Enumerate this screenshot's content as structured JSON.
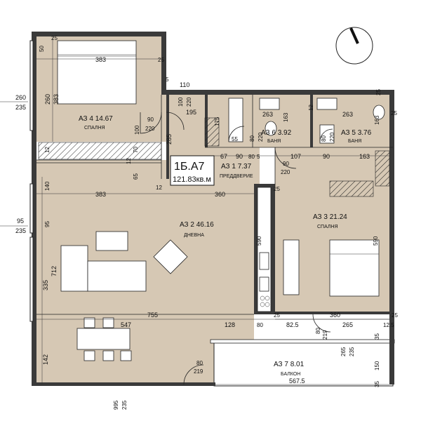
{
  "unit": {
    "code": "1Б.А7",
    "area": "121.83кв.м"
  },
  "rooms": [
    {
      "id": "bedroom-1",
      "label": "АЗ 4 14.67",
      "sub": "СПАЛНЯ"
    },
    {
      "id": "bath-1",
      "label": "АЗ 6 3.92",
      "sub": "БАНЯ"
    },
    {
      "id": "bath-2",
      "label": "АЗ 5 3.76",
      "sub": "БАНЯ"
    },
    {
      "id": "hall",
      "label": "АЗ 1   7.37",
      "sub": "ПРЕДДВЕРИЕ"
    },
    {
      "id": "bedroom-2",
      "label": "АЗ 3 21.24",
      "sub": "СПАЛНЯ"
    },
    {
      "id": "living",
      "label": "АЗ 2 46.16",
      "sub": "ДНЕВНА"
    },
    {
      "id": "balcony",
      "label": "АЗ 7 8.01",
      "sub": "БАЛКОН"
    }
  ],
  "dims": {
    "d383_top": "383",
    "d25_a": "25",
    "d50": "50",
    "d25_b": "25",
    "d260": "260",
    "d383_v": "383",
    "d260_side": "260",
    "d235_side": "235",
    "d110": "110",
    "d5": "5",
    "d100_a": "100",
    "d220_a": "220",
    "d195": "195",
    "d263_a": "263",
    "d163_a": "163",
    "d12_a": "12",
    "d263_b": "263",
    "d163_b": "163",
    "d25_c": "25",
    "d25_d": "25",
    "d90_a": "90",
    "d220_b": "220",
    "d100_b": "100",
    "d175": "175",
    "d55": "55",
    "d80_a": "80",
    "d220_c": "220",
    "d80_b": "80",
    "d220_d": "220",
    "d285": "285",
    "d70": "70",
    "d12_b": "12",
    "d12_c": "12",
    "d67": "67",
    "d90_b": "90",
    "d80_c": "80",
    "d5_b": "5",
    "d107": "107",
    "d90_c": "90",
    "d163_c": "163",
    "d90_d": "90",
    "d220_e": "220",
    "d65": "65",
    "d12_d": "12",
    "d140": "140",
    "d383_mid": "383",
    "d360_a": "360",
    "d25_e": "25",
    "d95_side": "95",
    "d235_side2": "235",
    "d95_v": "95",
    "d590_a": "590",
    "d590_b": "590",
    "d712": "712",
    "d335": "335",
    "d755": "755",
    "d25_f": "25",
    "d360_b": "360",
    "d25_g": "25",
    "d547": "547",
    "d128": "128",
    "d80_d": "80",
    "d82_5": "82.5",
    "d80_e": "80",
    "d265_a": "265",
    "d12_5": "12.5",
    "d219_a": "219",
    "d35_a": "35",
    "d265_b": "265",
    "d235_b": "235",
    "d142": "142",
    "d80_f": "80",
    "d219_b": "219",
    "d150": "150",
    "d35_b": "35",
    "d567_5": "567.5",
    "d995": "995",
    "d235_bottom": "235"
  },
  "colors": {
    "floor": "#d6c8b4",
    "wall": "#3a3a3a"
  }
}
